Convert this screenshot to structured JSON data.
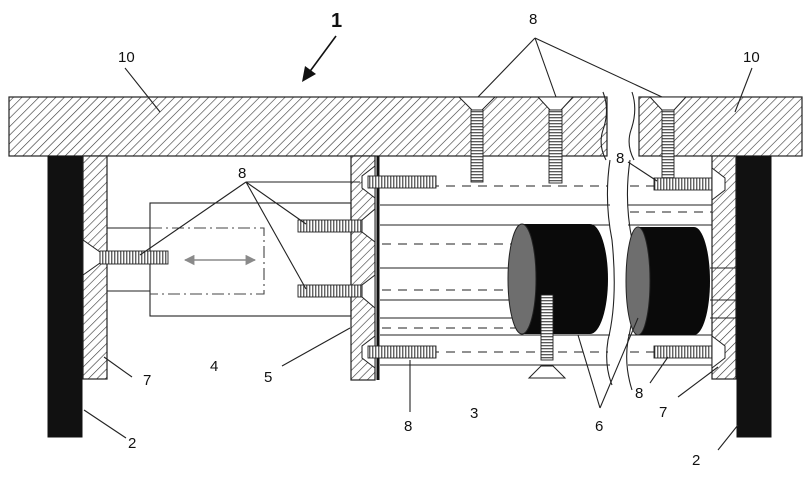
{
  "labels": {
    "assembly": "1",
    "post": "2",
    "insert": "3",
    "adjust": "4",
    "plate": "5",
    "roll": "6",
    "bracket": "7",
    "screw": "8",
    "board": "10"
  },
  "colors": {
    "line": "#222222",
    "post": "#111111",
    "roll_dark": "#0a0a0a",
    "roll_face": "#6e6e6e",
    "arrow": "#8a8a8a"
  },
  "icons": {
    "assembly_arrow": "arrow-down-left-icon",
    "double_arrow": "double-arrow-icon"
  }
}
